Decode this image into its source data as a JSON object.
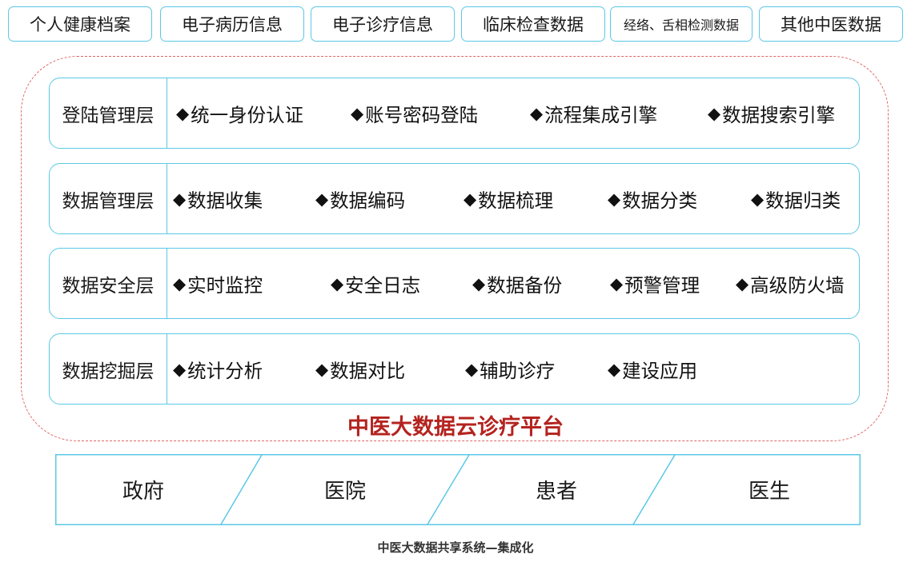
{
  "data_sources": [
    "个人健康档案",
    "电子病历信息",
    "电子诊疗信息",
    "临床检查数据",
    "经络、舌相检测数据",
    "其他中医数据"
  ],
  "diamond": "◆",
  "layers": [
    {
      "label": "登陆管理层",
      "items": [
        "统一身份认证",
        "账号密码登陆",
        "流程集成引擎",
        "数据搜索引擎"
      ]
    },
    {
      "label": "数据管理层",
      "items": [
        "数据收集",
        "数据编码",
        "数据梳理",
        "数据分类",
        "数据归类"
      ]
    },
    {
      "label": "数据安全层",
      "items": [
        "实时监控",
        "安全日志",
        "数据备份",
        "预警管理",
        "高级防火墙"
      ]
    },
    {
      "label": "数据挖掘层",
      "items": [
        "统计分析",
        "数据对比",
        "辅助诊疗",
        "建设应用"
      ]
    }
  ],
  "platform_title": "中医大数据云诊疗平台",
  "roles": [
    "政府",
    "医院",
    "患者",
    "医生"
  ],
  "caption": "中医大数据共享系统—集成化",
  "colors": {
    "border": "#5cc8e6",
    "dashed": "#e06666",
    "title": "#b4231f"
  }
}
